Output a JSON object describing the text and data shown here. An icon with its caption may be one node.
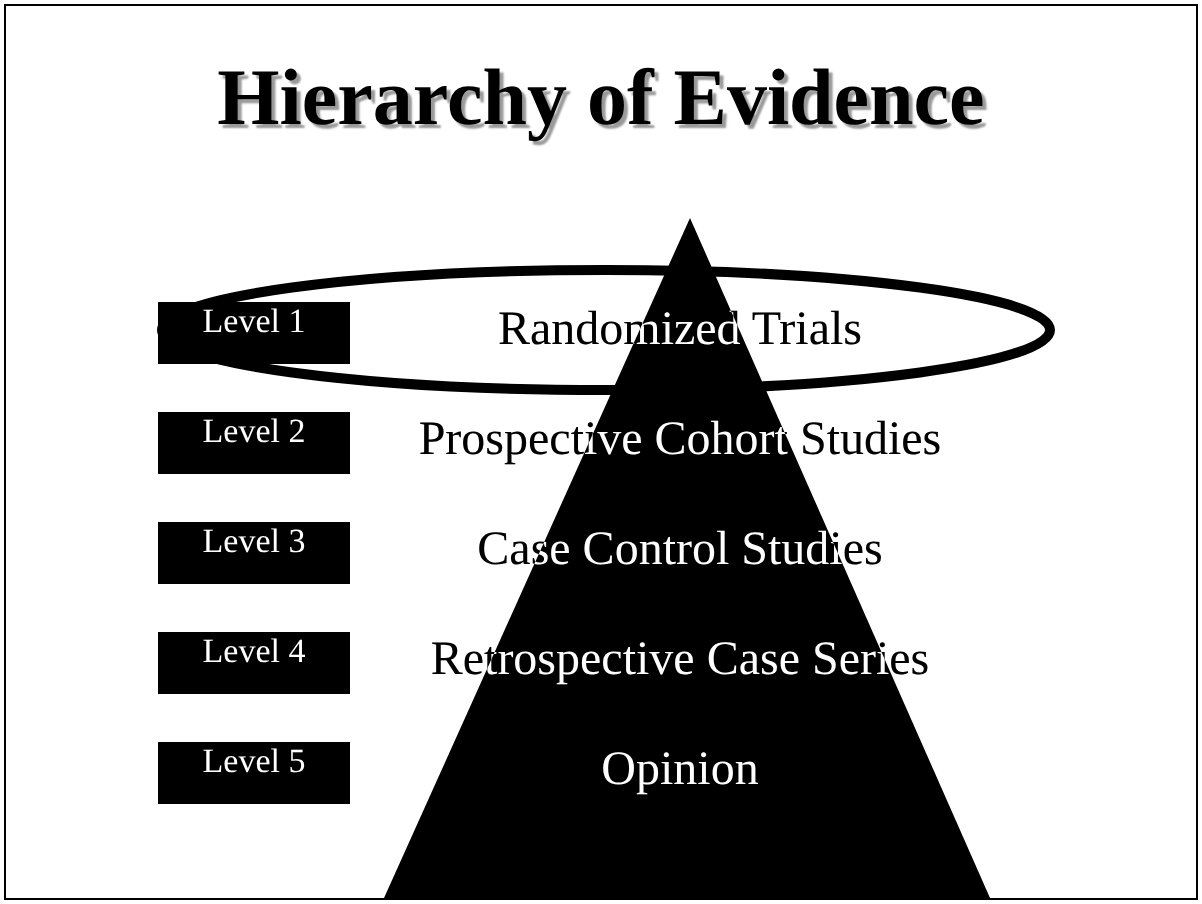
{
  "diagram": {
    "title": "Hierarchy of Evidence",
    "labels": [
      "Level 1",
      "Randomized Trials",
      "Level 2",
      "Prospective Cohort Studies",
      "Level 3",
      "Case Control Studies",
      "Level 4",
      "Retrospective Case Series",
      "Level 5",
      "Opinion"
    ]
  }
}
